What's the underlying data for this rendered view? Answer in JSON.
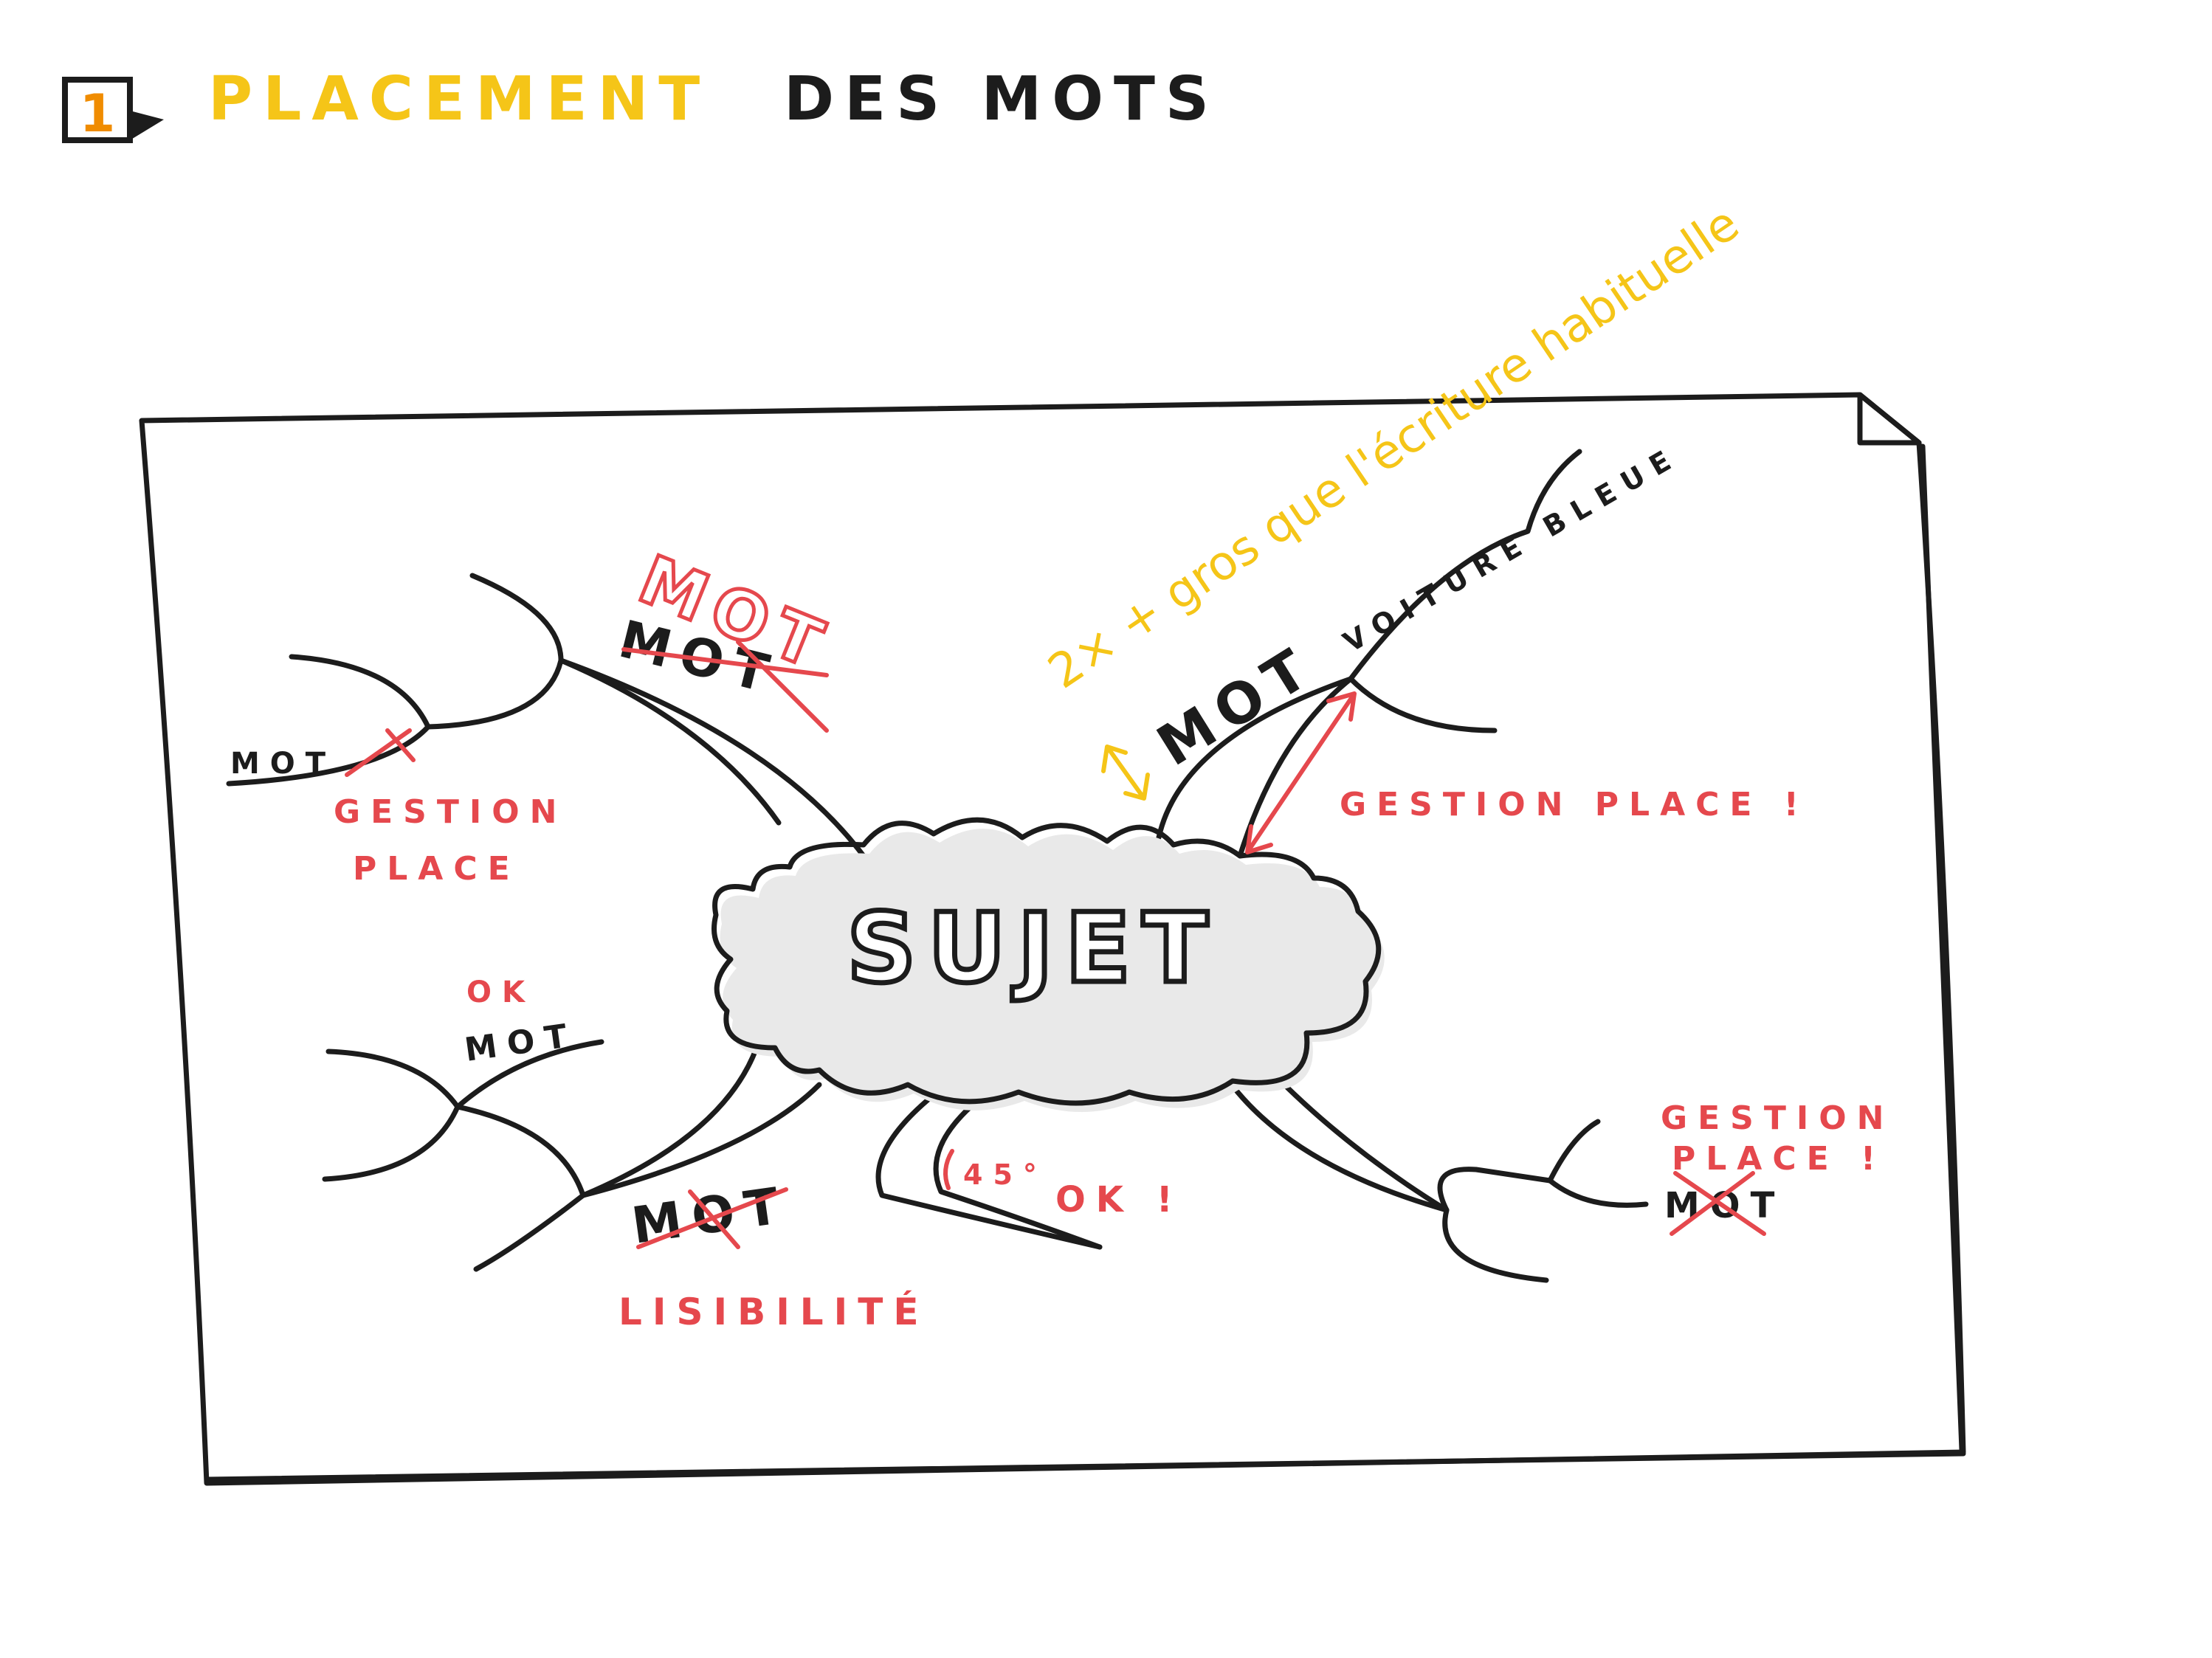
{
  "title": {
    "number": "1",
    "highlight": "PLACEMENT",
    "rest": "DES MOTS"
  },
  "diagram": {
    "center": "SUJET",
    "words": {
      "mot_top_left_cross": "MOT",
      "mot_top_left_over": "MOT",
      "mot_left": "MOT",
      "mot_mid_left": "MOT",
      "mot_bottom_left": "MOT",
      "mot_top_right": "MOT",
      "voiture_bleue": "VOITURE BLEUE",
      "mot_bottom_right": "MOT"
    },
    "annotations": {
      "gestion_place_left_1": "GESTION",
      "gestion_place_left_2": "PLACE",
      "gestion_place_right": "GESTION PLACE !",
      "gestion_place_br_1": "GESTION",
      "gestion_place_br_2": "PLACE !",
      "ok": "OK",
      "lisibilite": "LISIBILITÉ",
      "angle": "45°",
      "angle_ok": "OK !",
      "size_note": "2× + gros que l'écriture habituelle"
    }
  },
  "colors": {
    "ink": "#1c1c1c",
    "red": "#e5484d",
    "yellow": "#f5c518",
    "orange": "#f08c00"
  }
}
